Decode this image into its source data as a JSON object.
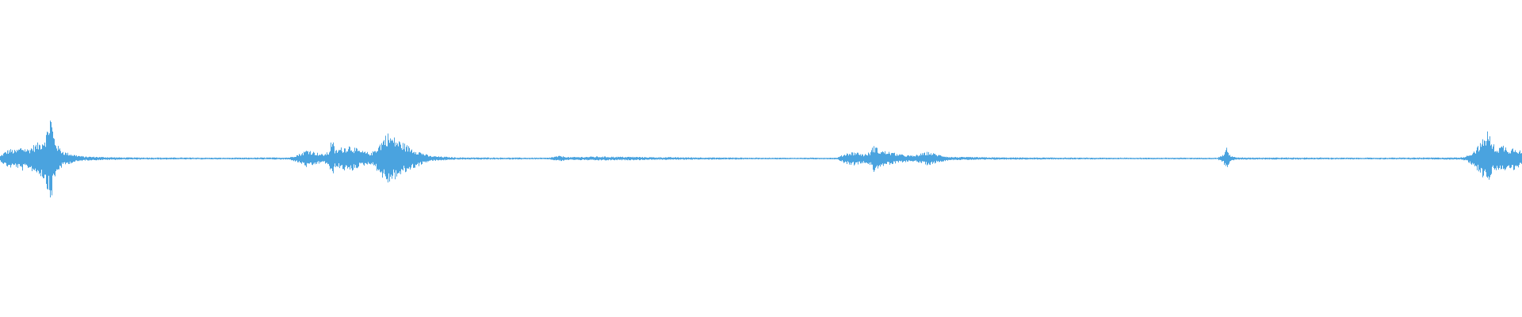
{
  "waveform": {
    "color": "#4aa3df",
    "baseline_color": "#9ccbee",
    "amplitude_scale": 1.0,
    "envelope": [
      [
        0.0,
        0.02
      ],
      [
        0.003,
        0.05
      ],
      [
        0.006,
        0.07
      ],
      [
        0.01,
        0.06
      ],
      [
        0.014,
        0.09
      ],
      [
        0.018,
        0.07
      ],
      [
        0.022,
        0.1
      ],
      [
        0.026,
        0.12
      ],
      [
        0.029,
        0.16
      ],
      [
        0.031,
        0.22
      ],
      [
        0.033,
        0.34
      ],
      [
        0.035,
        0.18
      ],
      [
        0.038,
        0.09
      ],
      [
        0.042,
        0.05
      ],
      [
        0.048,
        0.03
      ],
      [
        0.055,
        0.015
      ],
      [
        0.08,
        0.008
      ],
      [
        0.15,
        0.006
      ],
      [
        0.19,
        0.008
      ],
      [
        0.198,
        0.04
      ],
      [
        0.202,
        0.07
      ],
      [
        0.206,
        0.05
      ],
      [
        0.212,
        0.03
      ],
      [
        0.216,
        0.05
      ],
      [
        0.218,
        0.16
      ],
      [
        0.22,
        0.06
      ],
      [
        0.224,
        0.08
      ],
      [
        0.23,
        0.1
      ],
      [
        0.236,
        0.06
      ],
      [
        0.244,
        0.04
      ],
      [
        0.25,
        0.12
      ],
      [
        0.254,
        0.19
      ],
      [
        0.258,
        0.16
      ],
      [
        0.264,
        0.12
      ],
      [
        0.27,
        0.08
      ],
      [
        0.276,
        0.05
      ],
      [
        0.282,
        0.02
      ],
      [
        0.3,
        0.008
      ],
      [
        0.36,
        0.006
      ],
      [
        0.368,
        0.02
      ],
      [
        0.374,
        0.01
      ],
      [
        0.392,
        0.015
      ],
      [
        0.42,
        0.012
      ],
      [
        0.43,
        0.01
      ],
      [
        0.5,
        0.006
      ],
      [
        0.55,
        0.006
      ],
      [
        0.556,
        0.04
      ],
      [
        0.562,
        0.05
      ],
      [
        0.568,
        0.03
      ],
      [
        0.572,
        0.05
      ],
      [
        0.574,
        0.1
      ],
      [
        0.578,
        0.06
      ],
      [
        0.584,
        0.05
      ],
      [
        0.592,
        0.03
      ],
      [
        0.6,
        0.02
      ],
      [
        0.61,
        0.05
      ],
      [
        0.616,
        0.03
      ],
      [
        0.624,
        0.012
      ],
      [
        0.66,
        0.008
      ],
      [
        0.72,
        0.006
      ],
      [
        0.8,
        0.006
      ],
      [
        0.804,
        0.03
      ],
      [
        0.806,
        0.08
      ],
      [
        0.808,
        0.03
      ],
      [
        0.812,
        0.008
      ],
      [
        0.9,
        0.006
      ],
      [
        0.96,
        0.008
      ],
      [
        0.964,
        0.02
      ],
      [
        0.968,
        0.05
      ],
      [
        0.972,
        0.1
      ],
      [
        0.976,
        0.16
      ],
      [
        0.978,
        0.22
      ],
      [
        0.98,
        0.12
      ],
      [
        0.984,
        0.08
      ],
      [
        0.988,
        0.1
      ],
      [
        0.992,
        0.07
      ],
      [
        0.996,
        0.09
      ],
      [
        1.0,
        0.05
      ]
    ]
  }
}
